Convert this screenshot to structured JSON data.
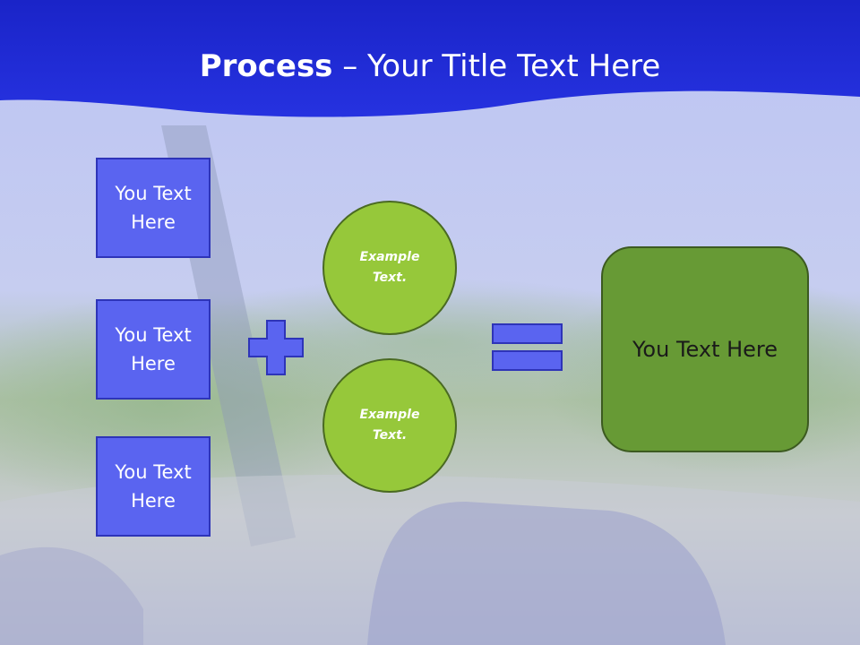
{
  "header": {
    "title_bold": "Process",
    "title_rest": " – Your Title Text Here"
  },
  "inputs": [
    {
      "label": "You Text Here"
    },
    {
      "label": "You Text Here"
    },
    {
      "label": "You Text Here"
    }
  ],
  "circles": [
    {
      "label": "Example Text."
    },
    {
      "label": "Example Text."
    }
  ],
  "result": {
    "label": "You Text Here"
  },
  "colors": {
    "header_blue": "#1e2cd6",
    "box_blue": "#5a64f0",
    "circle_green": "#96c83a",
    "result_green": "#679a35"
  },
  "icons": [
    "plus-icon",
    "equals-icon"
  ]
}
